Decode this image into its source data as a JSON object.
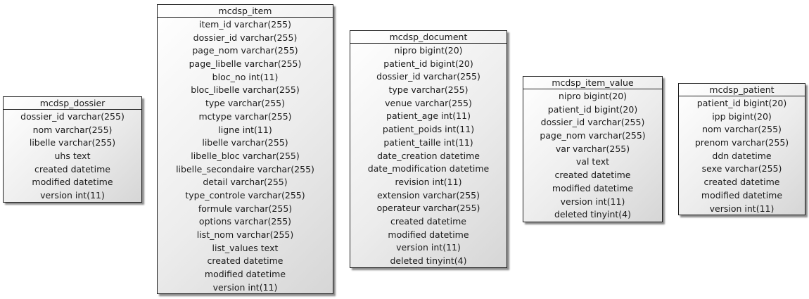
{
  "entities": [
    {
      "id": "mcdsp_dossier",
      "name": "mcdsp_dossier",
      "fields": [
        "dossier_id varchar(255)",
        "nom varchar(255)",
        "libelle varchar(255)",
        "uhs text",
        "created datetime",
        "modified datetime",
        "version int(11)"
      ]
    },
    {
      "id": "mcdsp_item",
      "name": "mcdsp_item",
      "fields": [
        "item_id varchar(255)",
        "dossier_id varchar(255)",
        "page_nom varchar(255)",
        "page_libelle varchar(255)",
        "bloc_no int(11)",
        "bloc_libelle varchar(255)",
        "type varchar(255)",
        "mctype varchar(255)",
        "ligne int(11)",
        "libelle varchar(255)",
        "libelle_bloc varchar(255)",
        "libelle_secondaire varchar(255)",
        "detail varchar(255)",
        "type_controle varchar(255)",
        "formule varchar(255)",
        "options varchar(255)",
        "list_nom varchar(255)",
        "list_values text",
        "created datetime",
        "modified datetime",
        "version int(11)"
      ]
    },
    {
      "id": "mcdsp_document",
      "name": "mcdsp_document",
      "fields": [
        "nipro bigint(20)",
        "patient_id bigint(20)",
        "dossier_id varchar(255)",
        "type varchar(255)",
        "venue varchar(255)",
        "patient_age int(11)",
        "patient_poids int(11)",
        "patient_taille int(11)",
        "date_creation datetime",
        "date_modification datetime",
        "revision int(11)",
        "extension varchar(255)",
        "operateur varchar(255)",
        "created datetime",
        "modified datetime",
        "version int(11)",
        "deleted tinyint(4)"
      ]
    },
    {
      "id": "mcdsp_item_value",
      "name": "mcdsp_item_value",
      "fields": [
        "nipro bigint(20)",
        "patient_id bigint(20)",
        "dossier_id varchar(255)",
        "page_nom varchar(255)",
        "var varchar(255)",
        "val text",
        "created datetime",
        "modified datetime",
        "version int(11)",
        "deleted tinyint(4)"
      ]
    },
    {
      "id": "mcdsp_patient",
      "name": "mcdsp_patient",
      "fields": [
        "patient_id bigint(20)",
        "ipp bigint(20)",
        "nom varchar(255)",
        "prenom varchar(255)",
        "ddn datetime",
        "sexe varchar(255)",
        "created datetime",
        "modified datetime",
        "version int(11)"
      ]
    }
  ]
}
